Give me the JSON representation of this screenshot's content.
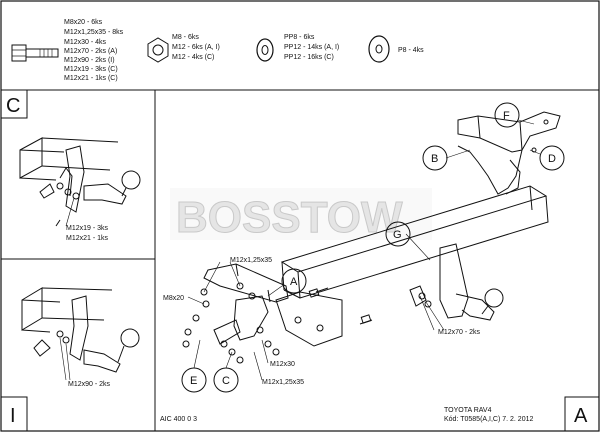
{
  "hardware": {
    "bolts": [
      "M8x20 - 6ks",
      "M12x1,25x35 - 8ks",
      "M12x30 - 4ks",
      "M12x70 - 2ks (A)",
      "M12x90 - 2ks (I)",
      "M12x19 - 3ks (C)",
      "M12x21 - 1ks (C)"
    ],
    "nuts": [
      "M8 - 6ks",
      "M12 - 6ks (A, I)",
      "M12 - 4ks (C)"
    ],
    "washers": [
      "PP8 - 6ks",
      "PP12 - 14ks (A, I)",
      "PP12 - 16ks (C)"
    ],
    "washer_large": [
      "P8 - 4ks"
    ]
  },
  "panels": {
    "c_letter": "C",
    "c_labels": [
      "M12x19 - 3ks",
      "M12x21 - 1ks"
    ],
    "i_label": "M12x90 - 2ks",
    "i_letter": "I",
    "a_letter": "A"
  },
  "callouts": {
    "A": "A",
    "B": "B",
    "C": "C",
    "D": "D",
    "E": "E",
    "F": "F",
    "G": "G"
  },
  "main_labels": {
    "m12x125x35_top": "M12x1,25x35",
    "m8x20": "M8x20",
    "m12x30": "M12x30",
    "m12x125x35_bottom": "M12x1,25x35",
    "m12x70": "M12x70 - 2ks"
  },
  "watermark": "BOSSTOW",
  "footer": {
    "code": "AIC 400 0 3",
    "vehicle": "TOYOTA RAV4",
    "kod": "Kód: T0585(A,I,C)  7. 2. 2012"
  }
}
